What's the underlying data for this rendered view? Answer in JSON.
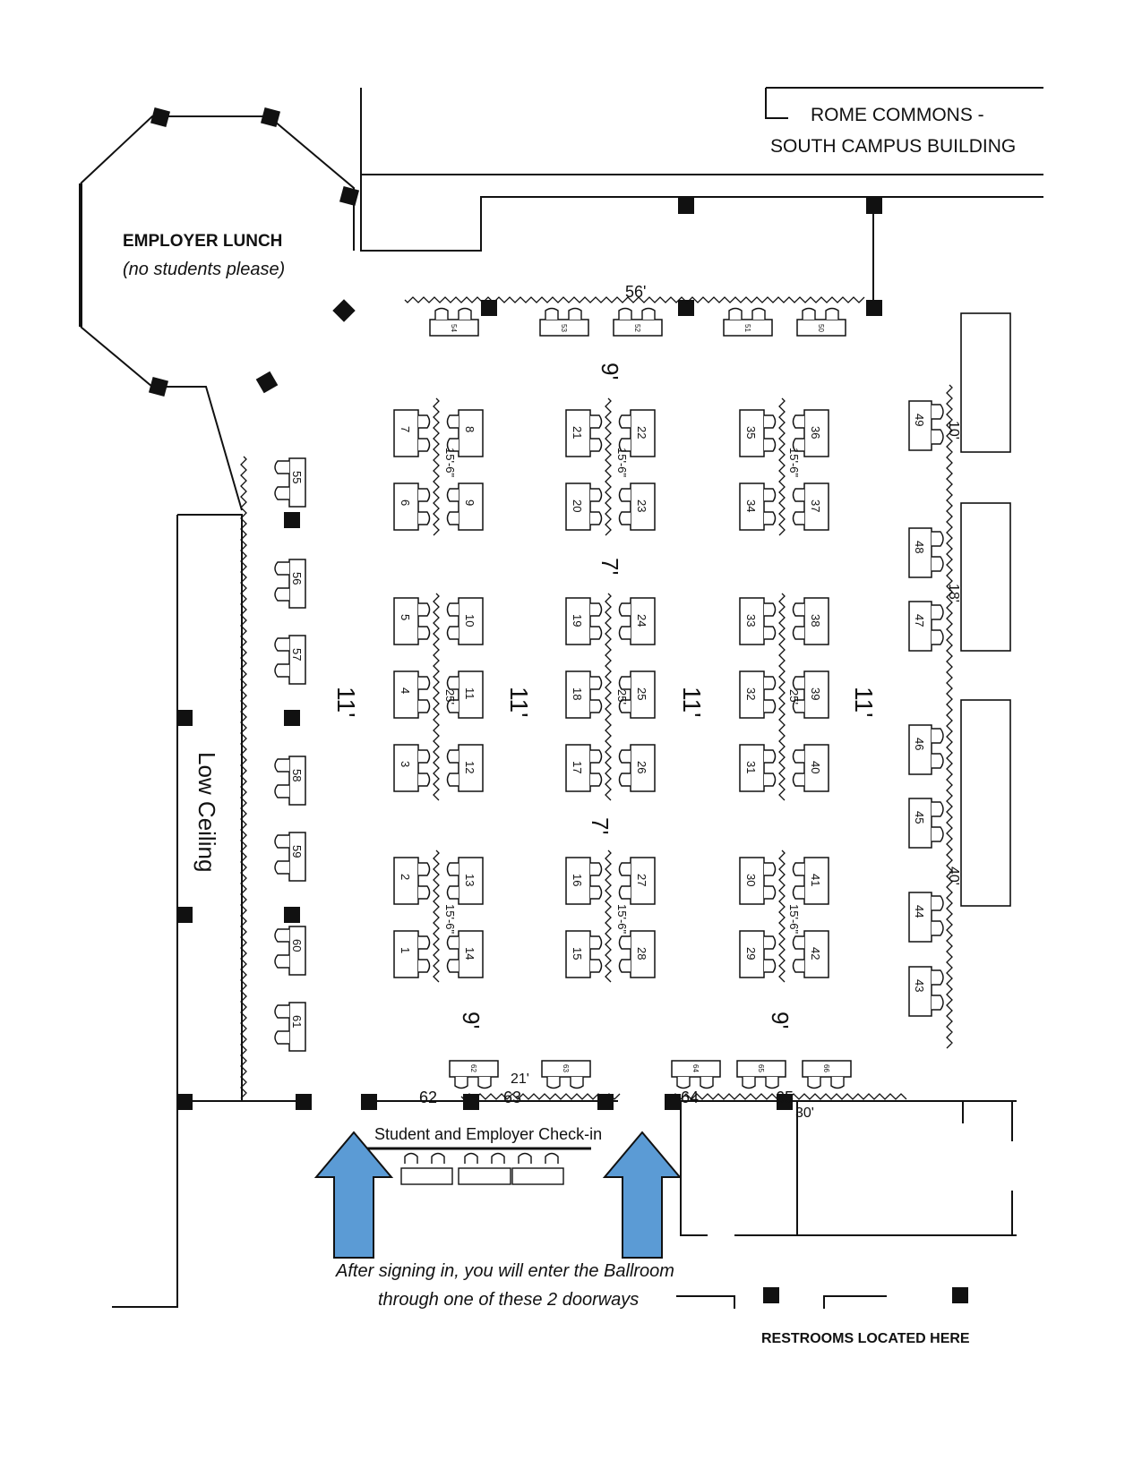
{
  "header": {
    "building_line1": "ROME COMMONS -",
    "building_line2": "SOUTH CAMPUS BUILDING"
  },
  "lunch": {
    "title": "EMPLOYER LUNCH",
    "subtitle": "(no students please)"
  },
  "low_ceiling": "Low Ceiling",
  "restrooms": "RESTROOMS LOCATED HERE",
  "checkin": {
    "title": "Student and Employer Check-in",
    "note_line1": "After signing in, you will enter the Ballroom",
    "note_line2": "through one of these 2 doorways"
  },
  "colors": {
    "arrow": "#5b9bd5",
    "line": "#111111"
  },
  "dimensions": {
    "top": "56'",
    "top_gap": "9'",
    "row_gap_1": "7'",
    "row_gap_2": "7'",
    "bottom_gap_left": "9'",
    "bottom_gap_right": "9'",
    "aisle": "11'",
    "pipe_15_6": "15'-6\"",
    "pipe_25": "25'",
    "right_10": "10'",
    "right_18": "18'",
    "right_40": "40'",
    "bottom_21": "21'",
    "bottom_30": "30'"
  },
  "booths": {
    "grid": [
      {
        "left": "7",
        "right": "8"
      },
      {
        "left": "6",
        "right": "9"
      },
      {
        "left": "5",
        "right": "10"
      },
      {
        "left": "4",
        "right": "11"
      },
      {
        "left": "3",
        "right": "12"
      },
      {
        "left": "2",
        "right": "13"
      },
      {
        "left": "1",
        "right": "14"
      },
      {
        "left": "21",
        "right": "22"
      },
      {
        "left": "20",
        "right": "23"
      },
      {
        "left": "19",
        "right": "24"
      },
      {
        "left": "18",
        "right": "25"
      },
      {
        "left": "17",
        "right": "26"
      },
      {
        "left": "16",
        "right": "27"
      },
      {
        "left": "15",
        "right": "28"
      },
      {
        "left": "35",
        "right": "36"
      },
      {
        "left": "34",
        "right": "37"
      },
      {
        "left": "33",
        "right": "38"
      },
      {
        "left": "32",
        "right": "39"
      },
      {
        "left": "31",
        "right": "40"
      },
      {
        "left": "30",
        "right": "41"
      },
      {
        "left": "29",
        "right": "42"
      }
    ],
    "top_row": [
      "54",
      "53",
      "52",
      "51",
      "50"
    ],
    "left_col": [
      "55",
      "56",
      "57",
      "58",
      "59",
      "60",
      "61"
    ],
    "right_col": [
      "49",
      "48",
      "47",
      "46",
      "45",
      "44",
      "43"
    ],
    "bottom_row": [
      "62",
      "63",
      "64",
      "65",
      "66"
    ],
    "bottom_labels": [
      "62",
      "63",
      "64",
      "65"
    ]
  }
}
